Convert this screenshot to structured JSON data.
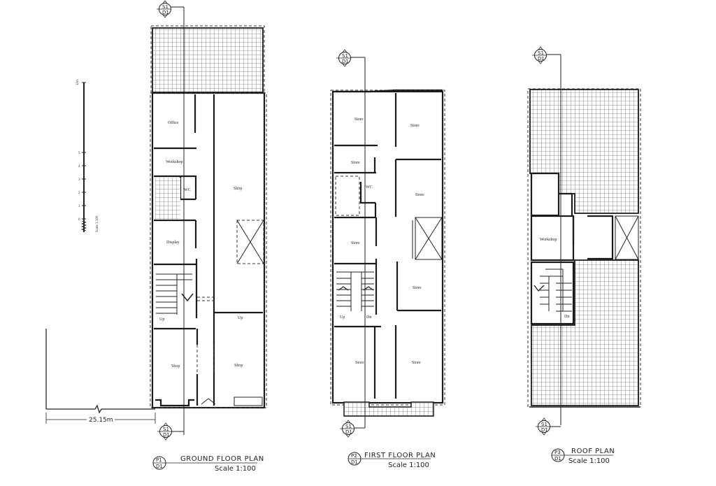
{
  "drawing": {
    "plans": [
      {
        "id": "ground",
        "title": "GROUND FLOOR PLAN",
        "scale": "Scale 1:100",
        "tag_top": "P1",
        "tag_bottom": "D1",
        "section_top": "S1",
        "section_bottom": "D1",
        "rooms": [
          {
            "label": "Office"
          },
          {
            "label": "Workshop"
          },
          {
            "label": "WC"
          },
          {
            "label": "Shop"
          },
          {
            "label": "Display"
          },
          {
            "label": "Up"
          },
          {
            "label": "Up"
          },
          {
            "label": "Shop"
          },
          {
            "label": "Shop"
          }
        ]
      },
      {
        "id": "first",
        "title": "FIRST FLOOR PLAN",
        "scale": "Scale 1:100",
        "tag_top": "P2",
        "tag_bottom": "D1",
        "section_top": "S1",
        "section_bottom": "D1",
        "rooms": [
          {
            "label": "Store"
          },
          {
            "label": "Store"
          },
          {
            "label": "Store"
          },
          {
            "label": "WC"
          },
          {
            "label": "Store"
          },
          {
            "label": "Store"
          },
          {
            "label": "Store"
          },
          {
            "label": "Up"
          },
          {
            "label": "Dn"
          },
          {
            "label": "Store"
          },
          {
            "label": "Store"
          }
        ]
      },
      {
        "id": "roof",
        "title": "ROOF PLAN",
        "scale": "Scale 1:100",
        "tag_top": "P3",
        "tag_bottom": "D1",
        "section_top": "S1",
        "section_bottom": "D1",
        "rooms": [
          {
            "label": "Workshop"
          },
          {
            "label": "Dn"
          }
        ]
      }
    ],
    "dimension": "25.15m",
    "scale_bar": {
      "label": "Scale 1:100",
      "top_label": "10m",
      "ticks": [
        "5",
        "4",
        "3",
        "2",
        "1",
        "0"
      ]
    },
    "colors": {
      "ink": "#1a1a1a",
      "paper": "#ffffff",
      "hatch": "#8a8a8a"
    }
  }
}
